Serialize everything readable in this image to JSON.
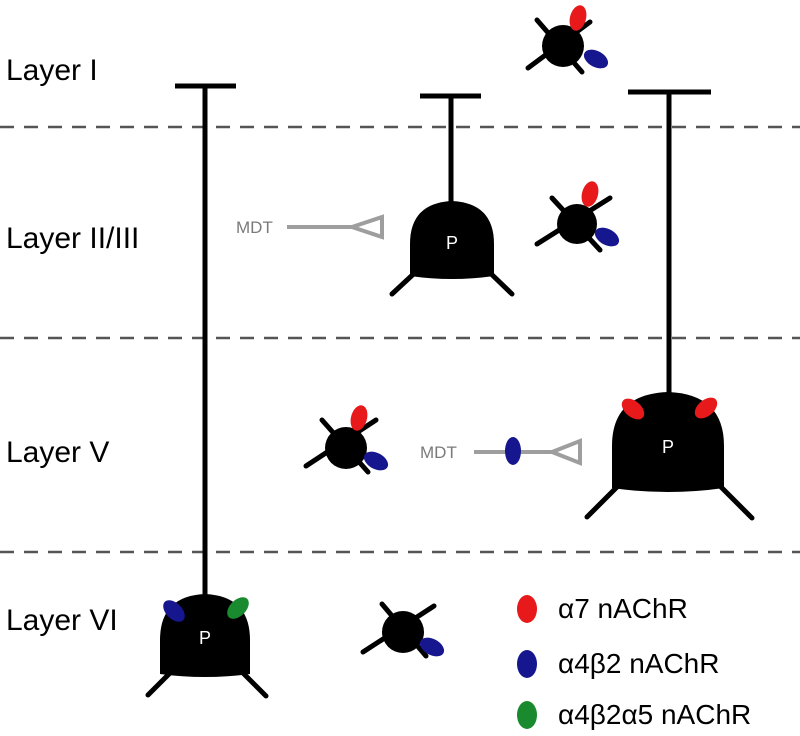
{
  "layers": [
    {
      "label": "Layer I"
    },
    {
      "label": "Layer II/III"
    },
    {
      "label": "Layer V"
    },
    {
      "label": "Layer VI"
    }
  ],
  "pyramidal_label": "P",
  "mdt_label": "MDT",
  "legend": [
    {
      "label": "α7 nAChR",
      "color": "#e8191a"
    },
    {
      "label": "α4β2 nAChR",
      "color": "#16168f"
    },
    {
      "label": "α4β2α5 nAChR",
      "color": "#1a8a2e"
    }
  ],
  "colors": {
    "alpha7": "#e8191a",
    "alpha4beta2": "#16168f",
    "alpha4beta2alpha5": "#1a8a2e",
    "neuron": "#000000",
    "mdt_axon": "#9e9e9e",
    "layer_boundary": "#555555"
  }
}
